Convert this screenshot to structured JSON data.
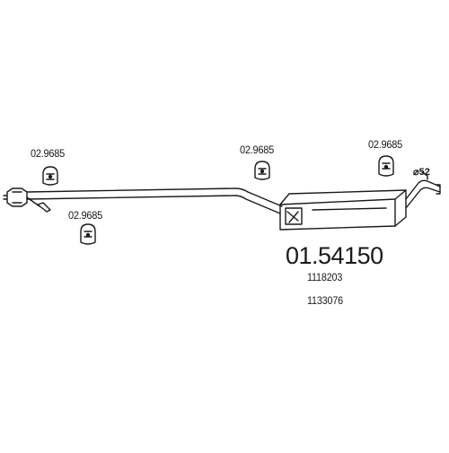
{
  "diagram": {
    "hanger_part_label": "02.9685",
    "main_part_number": "01.54150",
    "oe_references": [
      "1118203",
      "1133076"
    ],
    "tailpipe_diameter": "52",
    "diameter_symbol": "⌀",
    "line_color": "#1a1a1a",
    "background_color": "#ffffff"
  }
}
